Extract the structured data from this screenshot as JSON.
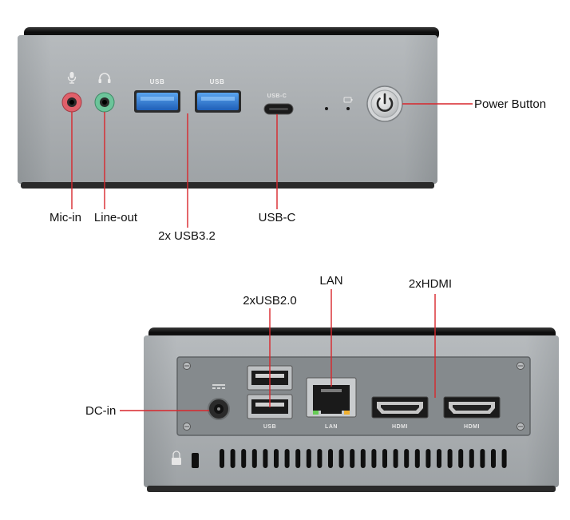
{
  "colors": {
    "leader_line": "#d9262c",
    "chassis_silver": "#a9adb0",
    "chassis_top": "#111111",
    "panel_dark": "#7f8487",
    "usb3_blue": "#2f7fd8",
    "mic_pink": "#e0606a",
    "lineout_green": "#6cc49a"
  },
  "front_panel": {
    "callouts": {
      "mic_in": "Mic-in",
      "line_out": "Line-out",
      "usb32": "2x USB3.2",
      "usb_c": "USB-C",
      "power_button": "Power Button"
    },
    "port_labels": {
      "usb_left": "USB",
      "usb_right": "USB",
      "usb_c": "USB-C"
    },
    "icons": [
      "microphone-icon",
      "headphone-icon",
      "power-icon",
      "status-led-icon"
    ]
  },
  "rear_panel": {
    "callouts": {
      "dc_in": "DC-in",
      "usb20": "2xUSB2.0",
      "lan": "LAN",
      "hdmi": "2xHDMI"
    },
    "port_labels": {
      "usb": "USB",
      "lan": "LAN",
      "hdmi_left": "HDMI",
      "hdmi_right": "HDMI"
    },
    "icons": [
      "dc-polarity-icon",
      "lock-icon",
      "screw-icon"
    ]
  }
}
